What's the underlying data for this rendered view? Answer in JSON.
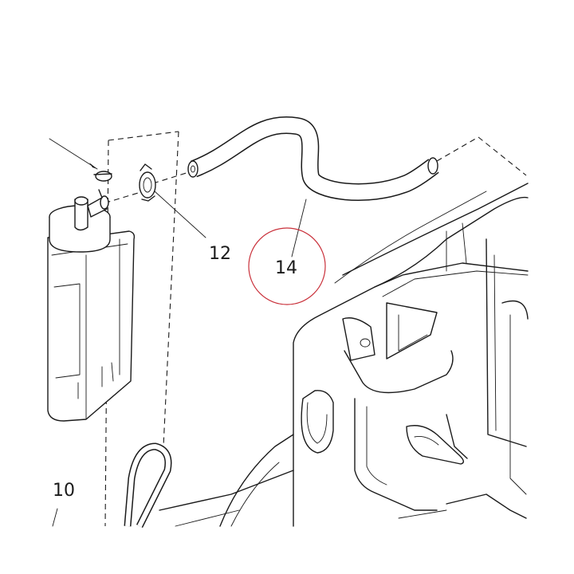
{
  "callouts": {
    "part_12": "12",
    "part_14": "14",
    "part_10": "10"
  },
  "highlight": {
    "color": "#c9303a"
  }
}
